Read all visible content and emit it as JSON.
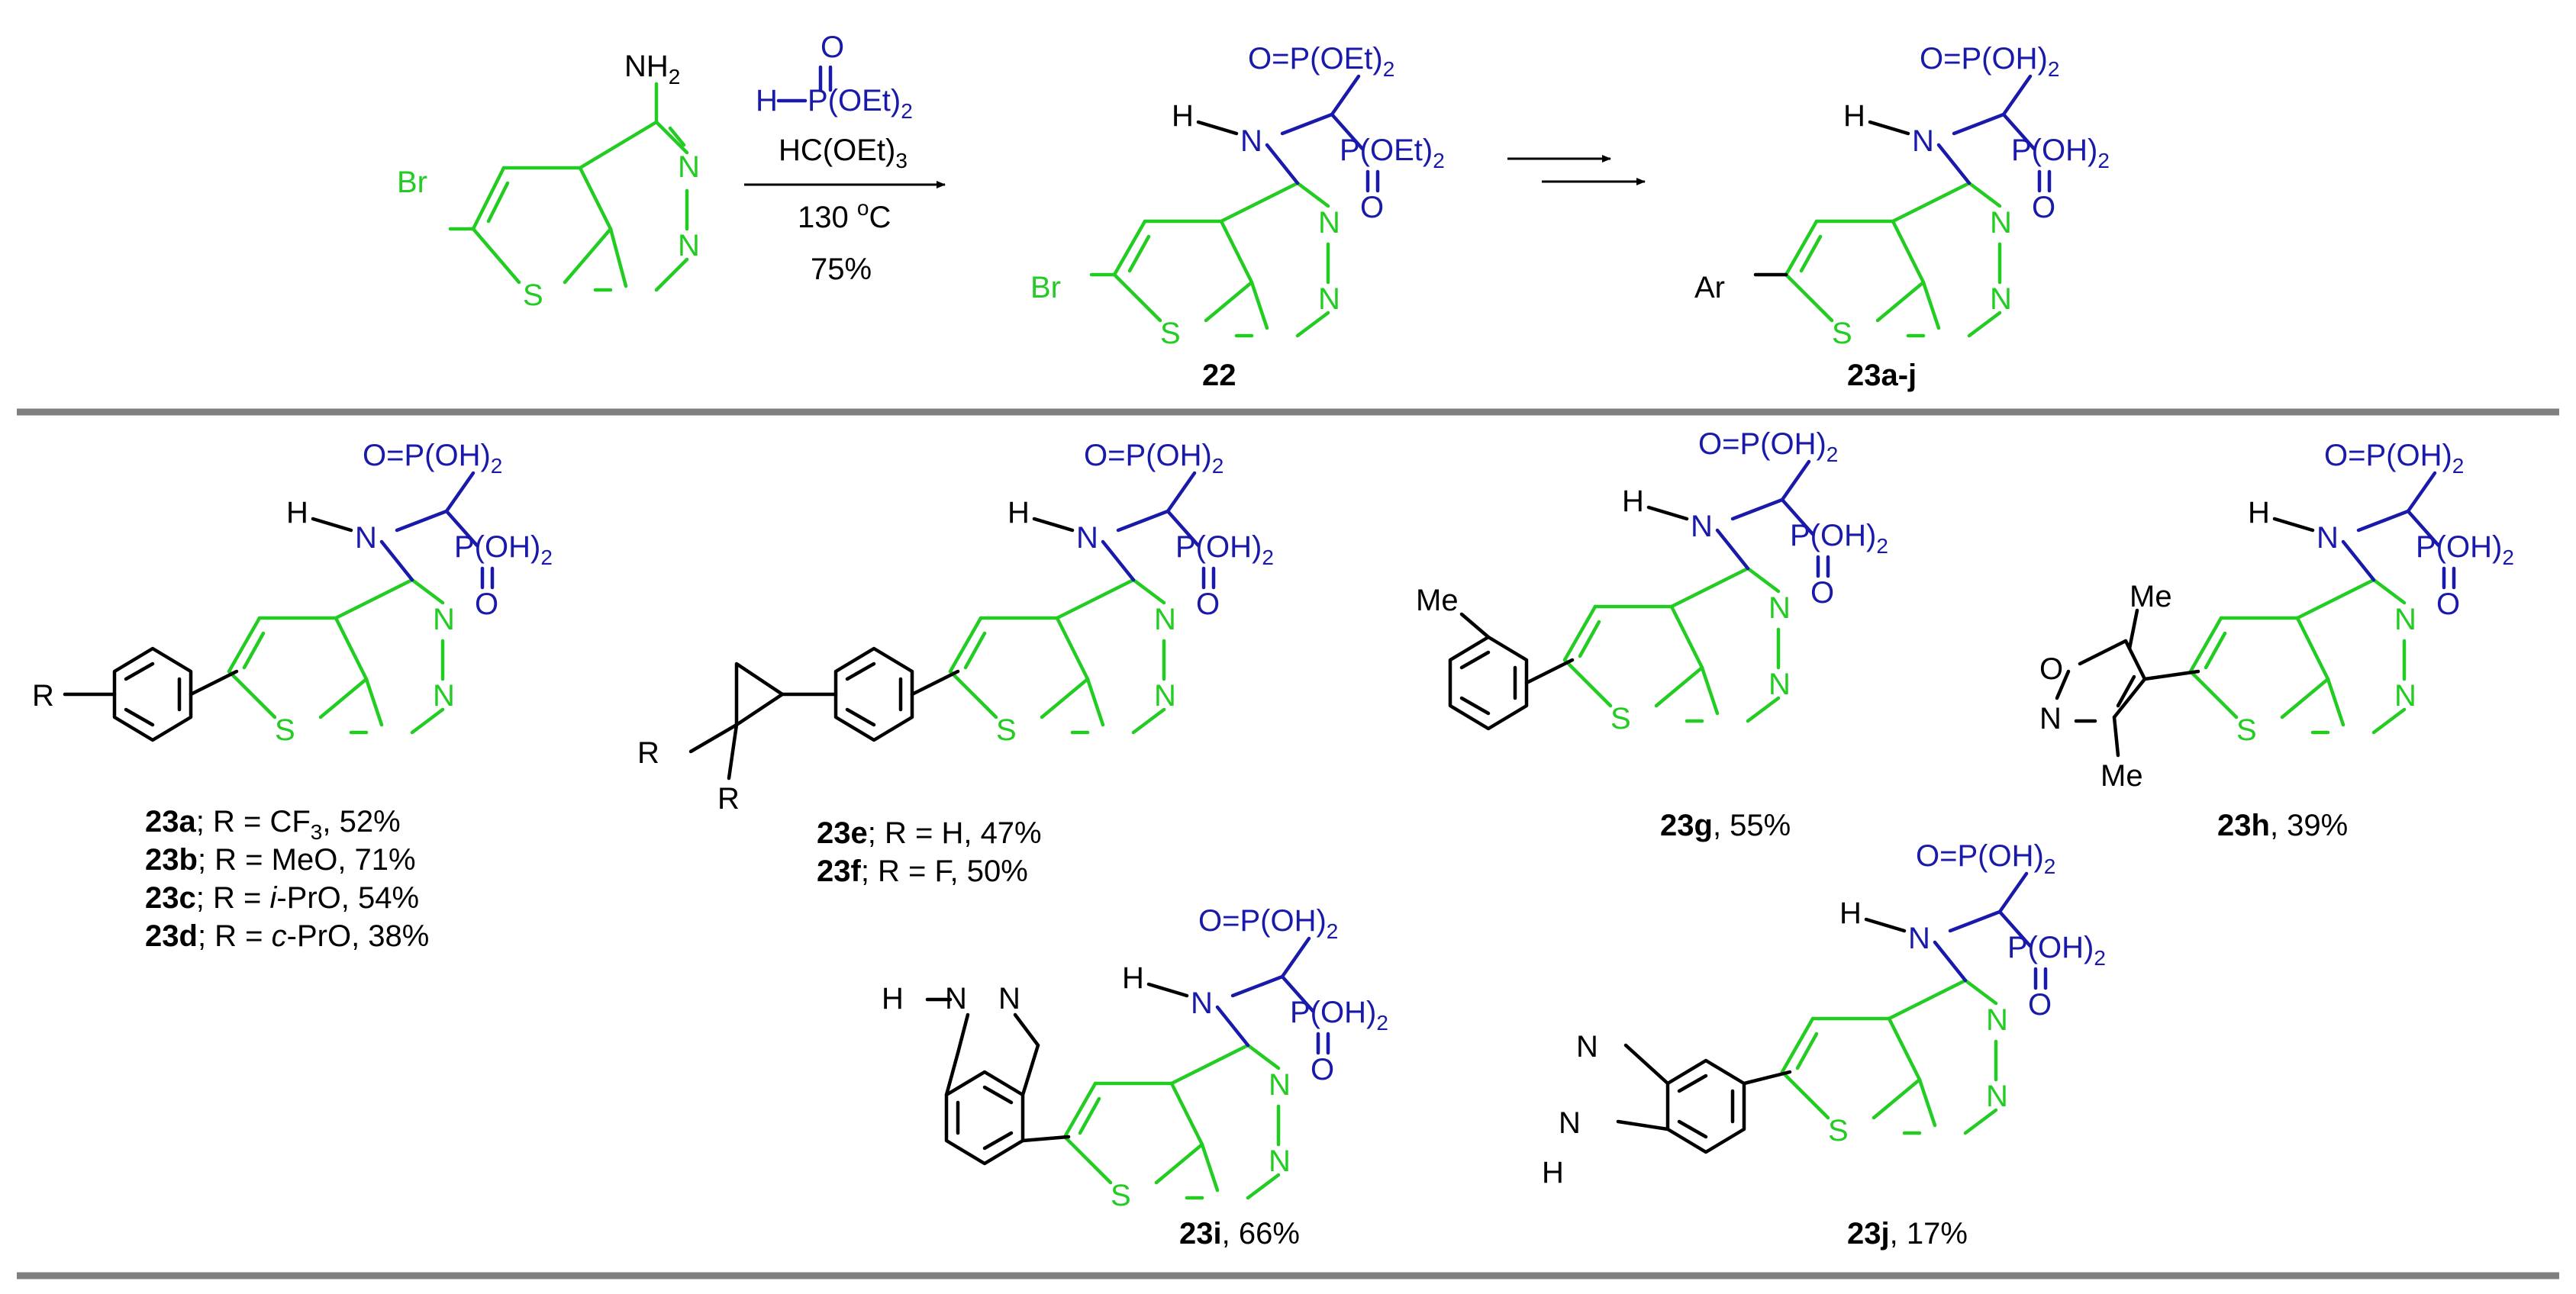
{
  "colors": {
    "core": "#22cc22",
    "phosphonate": "#1a1aaa",
    "substituent": "#000000",
    "rule": "#7f7f7f"
  },
  "atoms": {
    "N": "N",
    "S": "S",
    "Br": "Br",
    "H": "H",
    "O": "O",
    "Ar": "Ar",
    "R": "R",
    "Me": "Me",
    "NH": "NH",
    "NH_sub": "2",
    "sub2": "2",
    "sub3": "3"
  },
  "groups": {
    "P_OEt": "P(OEt)",
    "P_OH": "P(OH)",
    "O_eq": "O="
  },
  "reagents": {
    "phosphite_P": "P(OEt)",
    "orthoformate": "HC(OEt)",
    "temp_value": "130 ",
    "temp_deg": "o",
    "temp_unit": "C",
    "yield": "75%"
  },
  "labels": {
    "c22": "22",
    "c23aj": "23a-j",
    "c23g": "23g",
    "c23g_yield": ", 55%",
    "c23h": "23h",
    "c23h_yield": ", 39%",
    "c23i": "23i",
    "c23i_yield": ", 66%",
    "c23j": "23j",
    "c23j_yield": ", 17%"
  },
  "lists": {
    "set_a": [
      {
        "id": "23a",
        "pre": "; R = CF",
        "sub": "3",
        "italic": "",
        "post": ", 52%"
      },
      {
        "id": "23b",
        "pre": "; R = MeO, 71%",
        "sub": "",
        "italic": "",
        "post": ""
      },
      {
        "id": "23c",
        "pre": "; R = ",
        "sub": "",
        "italic": "i",
        "post": "-PrO, 54%"
      },
      {
        "id": "23d",
        "pre": "; R = ",
        "sub": "",
        "italic": "c",
        "post": "-PrO, 38%"
      }
    ],
    "set_e": [
      {
        "id": "23e",
        "pre": "; R = H, 47%"
      },
      {
        "id": "23f",
        "pre": "; R = F, 50%"
      }
    ]
  }
}
